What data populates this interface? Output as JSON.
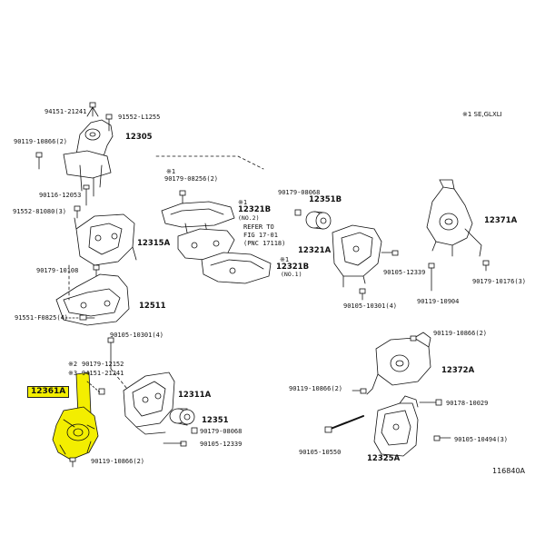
{
  "legend": "※1 SE,GLXLI",
  "figure_id": "116840A",
  "refer_note": {
    "line1": "REFER TO",
    "line2": "FIG 17-01",
    "line3": "(PNC 17118)"
  },
  "parts": {
    "p12305": "12305",
    "p12315A": "12315A",
    "p12511": "12511",
    "p12361A": "12361A",
    "p12311A": "12311A",
    "p12351a": "12351",
    "p12351B": "12351B",
    "p12321A": "12321A",
    "p12321B_no2": "12321B",
    "p12321B_no2_sub": "(NO.2)",
    "p12321B_no1": "12321B",
    "p12321B_no1_sub": "(NO.1)",
    "p12371A": "12371A",
    "p12372A": "12372A",
    "p12325A": "12325A"
  },
  "fasteners": {
    "f94151_21241_top": "94151-21241",
    "f91552_L1255": "91552-L1255",
    "f90119_10866_2_top": "90119-10866(2)",
    "f90116_12053": "90116-12053",
    "f91552_81080": "91552-81080(3)",
    "f90179_10108": "90179-10108",
    "f91551_F0825": "91551-F0825(4)",
    "f90105_10301_4_left": "90105-10301(4)",
    "f_note2": "※2",
    "f_note3": "※3",
    "f90179_12152": "90179-12152",
    "f94151_21241_mid": "94151-21241",
    "f90119_10866_2_bot": "90119-10866(2)",
    "f90179_08068": "90179-08068",
    "f90105_12339_bot": "90105-12339",
    "f_note1_a": "※1",
    "f90179_08256": "90179-08256(2)",
    "f_note1_b": "※1",
    "f_note1_c": "※1",
    "f90179_08068_top": "90179-08068",
    "f90105_12339_mid": "90105-12339",
    "f90105_10301_4_mid": "90105-10301(4)",
    "f90119_10904": "90119-10904",
    "f90179_10176": "90179-10176(3)",
    "f90119_10866_2_r": "90119-10866(2)",
    "f90119_10866_2_l": "90119-10866(2)",
    "f90178_10029": "90178-10029",
    "f90105_10494": "90105-10494(3)",
    "f90105_10550": "90105-10550"
  },
  "colors": {
    "highlight": "#f3ee00",
    "line": "#111111",
    "part_fill": "#ffffff"
  }
}
